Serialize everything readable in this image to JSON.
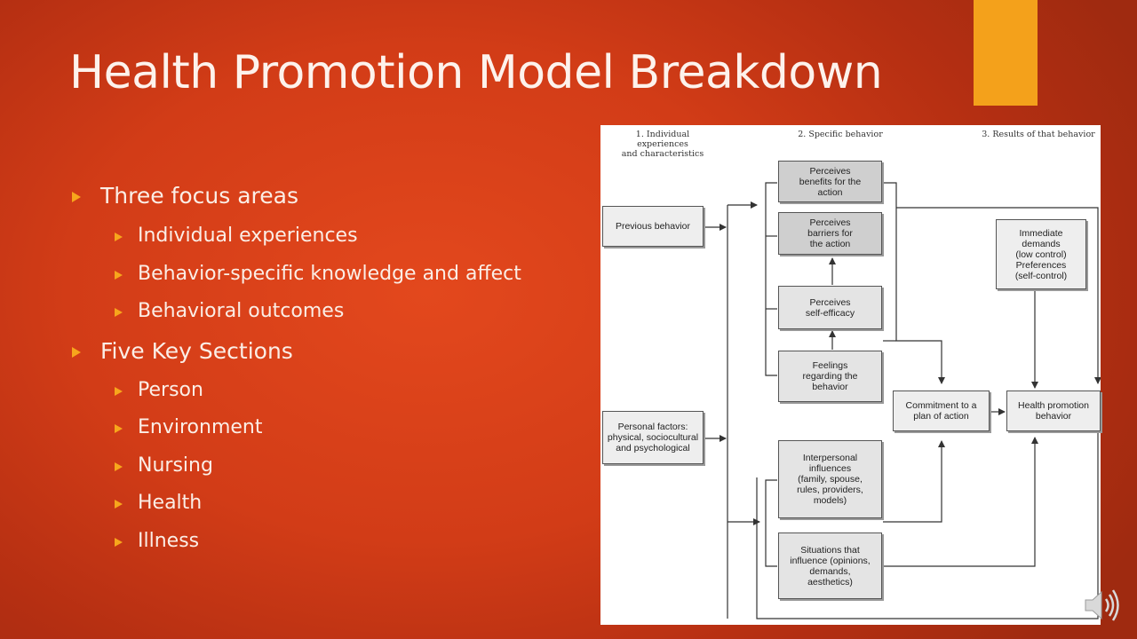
{
  "slide": {
    "title": "Health Promotion Model Breakdown"
  },
  "bullets": [
    {
      "level": 1,
      "text": "Three focus areas"
    },
    {
      "level": 2,
      "text": "Individual experiences"
    },
    {
      "level": 2,
      "text": "Behavior-specific knowledge and affect"
    },
    {
      "level": 2,
      "text": "Behavioral outcomes"
    },
    {
      "level": 1,
      "text": "Five Key Sections"
    },
    {
      "level": 2,
      "text": "Person"
    },
    {
      "level": 2,
      "text": "Environment"
    },
    {
      "level": 2,
      "text": "Nursing"
    },
    {
      "level": 2,
      "text": "Health"
    },
    {
      "level": 2,
      "text": "Illness"
    }
  ],
  "diagram": {
    "headers": {
      "col1": "1. Individual experiences\nand characteristics",
      "col2": "2. Specific behavior",
      "col3": "3. Results of that behavior"
    },
    "boxes": {
      "previous_behavior": "Previous behavior",
      "personal_factors": "Personal factors:\nphysical, sociocultural\nand psychological",
      "benefits": "Perceives\nbenefits for the\naction",
      "barriers": "Perceives\nbarriers for\nthe action",
      "self_efficacy": "Perceives\nself-efficacy",
      "feelings": "Feelings\nregarding the\nbehavior",
      "interpersonal": "Interpersonal\ninfluences\n(family, spouse,\nrules, providers,\nmodels)",
      "situations": "Situations that\ninfluence (opinions,\ndemands,\naesthetics)",
      "commitment": "Commitment to a\nplan of action",
      "immediate_demands": "Immediate\ndemands\n(low control)\nPreferences\n(self-control)",
      "health_promotion": "Health promotion\nbehavior"
    }
  },
  "colors": {
    "accent": "#f4a11b",
    "bullet": "#f7a61c",
    "background": "#d23c17",
    "text": "#fbeee6"
  },
  "icons": {
    "audio": "speaker-icon"
  }
}
